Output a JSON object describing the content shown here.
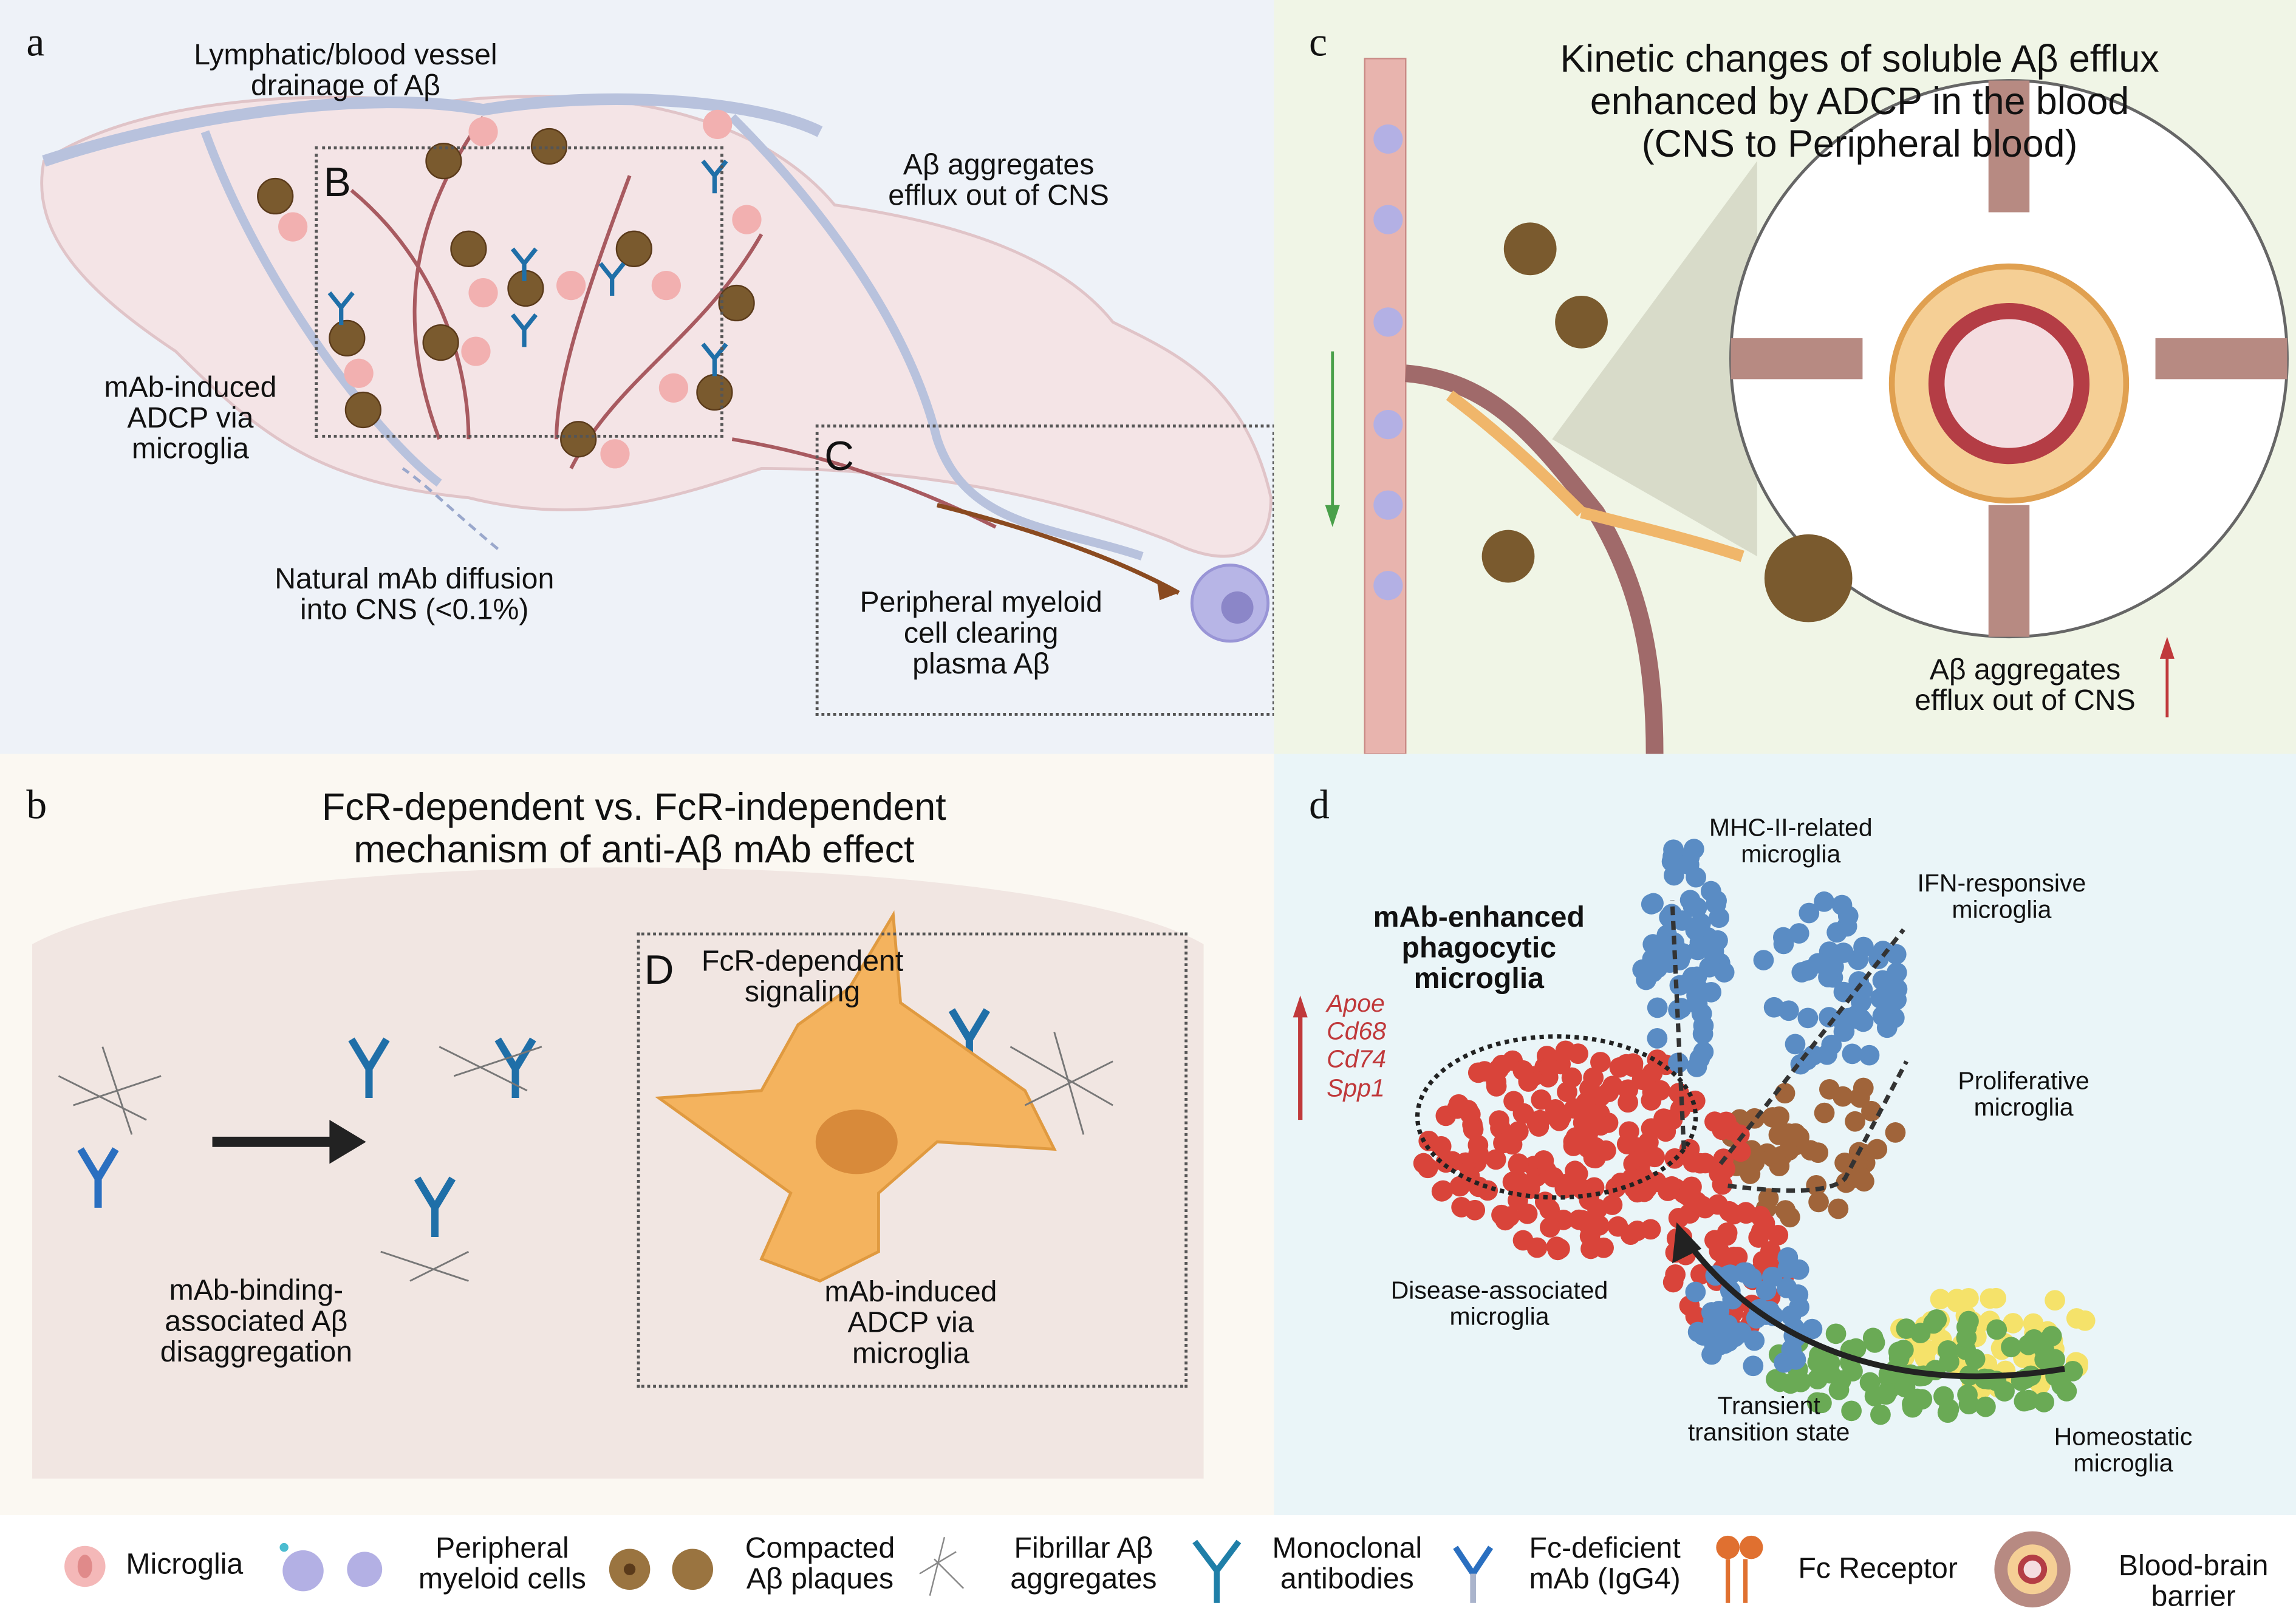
{
  "panel_a": {
    "label": "a",
    "drainage": [
      "Lymphatic/blood vessel",
      "drainage of Aβ"
    ],
    "efflux": [
      "Aβ aggregates",
      "efflux out of CNS"
    ],
    "box_b": "B",
    "box_c": "C",
    "adcp": [
      "mAb-induced",
      "ADCP via",
      "microglia"
    ],
    "diffusion": [
      "Natural mAb diffusion",
      "into CNS (<0.1%)"
    ],
    "peripheral": [
      "Peripheral myeloid",
      "cell clearing",
      "plasma Aβ"
    ]
  },
  "panel_b": {
    "label": "b",
    "title": [
      "FcR-dependent vs. FcR-independent",
      "mechanism of anti-Aβ mAb effect"
    ],
    "box_d": "D",
    "signaling": [
      "FcR-dependent",
      "signaling"
    ],
    "disaggregation": [
      "mAb-binding-",
      "associated Aβ",
      "disaggregation"
    ],
    "adcp": [
      "mAb-induced",
      "ADCP via",
      "microglia"
    ]
  },
  "panel_c": {
    "label": "c",
    "title": [
      "Kinetic changes of soluble Aβ efflux",
      "enhanced by ADCP in the blood",
      "(CNS to Peripheral blood)"
    ],
    "efflux": [
      "Aβ aggregates",
      "efflux out of CNS"
    ]
  },
  "panel_d": {
    "label": "d",
    "highlight": [
      "mAb-enhanced",
      "phagocytic",
      "microglia"
    ],
    "genes": [
      "Apoe",
      "Cd68",
      "Cd74",
      "Spp1"
    ],
    "clusters": {
      "mhc": [
        "MHC-II-related",
        "microglia"
      ],
      "ifn": [
        "IFN-responsive",
        "microglia"
      ],
      "prolif": [
        "Proliferative",
        "microglia"
      ],
      "dam": [
        "Disease-associated",
        "microglia"
      ],
      "transient": [
        "Transient",
        "transition state"
      ],
      "homeo": [
        "Homeostatic",
        "microglia"
      ]
    },
    "colors": {
      "dam": "#d9443a",
      "mhc": "#5a8cc4",
      "prolif": "#a0643a",
      "homeo": "#6aaa55",
      "transient": "#f5e26a",
      "gene_arrow": "#c0393b"
    }
  },
  "legend": [
    {
      "icon": "microglia-icon",
      "label": [
        "Microglia"
      ]
    },
    {
      "icon": "peripheral-myeloid-cell-icon",
      "label": [
        "Peripheral",
        "myeloid cells"
      ]
    },
    {
      "icon": "compacted-plaque-icon",
      "label": [
        "Compacted",
        "Aβ plaques"
      ]
    },
    {
      "icon": "fibrillar-aggregate-icon",
      "label": [
        "Fibrillar Aβ",
        "aggregates"
      ]
    },
    {
      "icon": "monoclonal-antibody-icon",
      "label": [
        "Monoclonal",
        "antibodies"
      ]
    },
    {
      "icon": "fc-deficient-antibody-icon",
      "label": [
        "Fc-deficient",
        "mAb (IgG4)"
      ]
    },
    {
      "icon": "fc-receptor-icon",
      "label": [
        "Fc Receptor"
      ]
    },
    {
      "icon": "blood-brain-barrier-icon",
      "label": [
        "Blood-brain",
        "barrier"
      ]
    }
  ]
}
